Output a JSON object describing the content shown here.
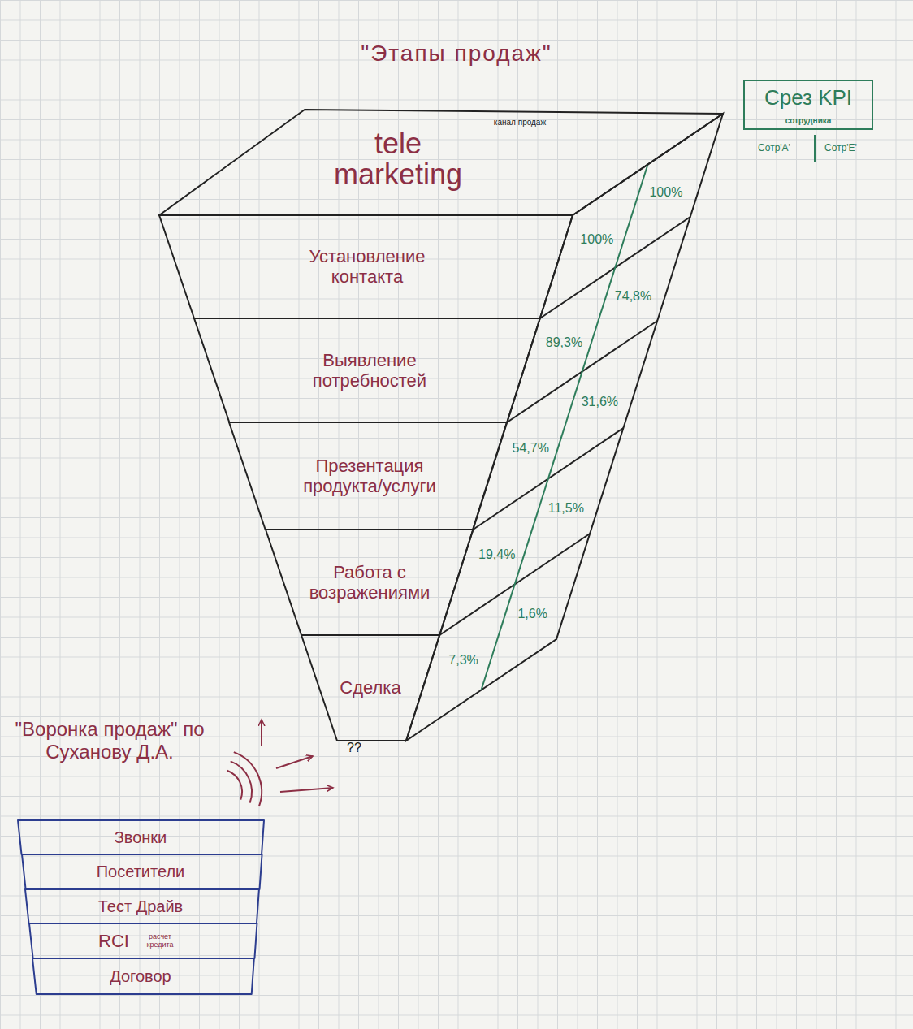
{
  "diagram": {
    "title": "\"Этапы продаж\"",
    "nodes": [
      {
        "text": [
          "tele marketing",
          "канал продаж"
        ]
      },
      {
        "text": [
          "Установление контакта"
        ]
      },
      {
        "text": [
          "Выявление потребностей"
        ]
      },
      {
        "text": [
          "Презентация продукта/услуги"
        ]
      },
      {
        "text": [
          "Работа с возражениями"
        ]
      },
      {
        "text": [
          "Сделка"
        ]
      },
      {
        "text": [
          "Срез KPI",
          "сотрудника"
        ]
      },
      {
        "text": [
          "Звонки"
        ]
      },
      {
        "text": [
          "Посетители"
        ]
      },
      {
        "text": [
          "Тест Драйв"
        ]
      },
      {
        "text": [
          "RCI",
          "расчет кредита"
        ]
      },
      {
        "text": [
          "Договор"
        ]
      }
    ],
    "labels": [
      "Сотр'А'",
      "Сотр'Е'",
      "100%",
      "100%",
      "89,3%",
      "74,8%",
      "54,7%",
      "31,6%",
      "19,4%",
      "11,5%",
      "7,3%",
      "1,6%",
      "??",
      "\"Воронка продаж\" по Суханову Д.А."
    ]
  }
}
